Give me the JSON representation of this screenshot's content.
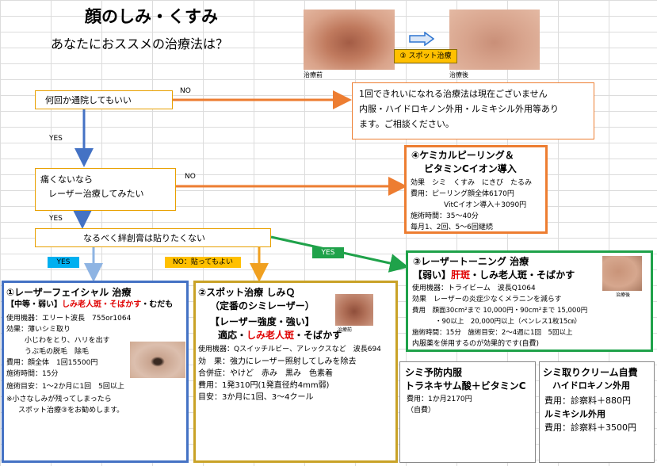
{
  "title": "顔のしみ・くすみ",
  "subtitle": "あなたにおススメの治療法は？",
  "photos": {
    "before_caption": "治療前",
    "after_caption": "治療後",
    "badge": "③ スポット治療"
  },
  "flow": {
    "q1": "何回か通院してもいい",
    "q2_line1": "痛くないなら",
    "q2_line2": "レーザー治療してみたい",
    "q3": "なるべく絆創膏は貼りたくない",
    "no": "NO",
    "yes": "YES",
    "yes_badge": "YES",
    "no_badge": "NO：貼ってもよい"
  },
  "no_result": {
    "line1": "1回できれいになれる治療法は現在ございません",
    "line2": "内服・ハイドロキノン外用・ルミキシル外用等あり",
    "line3": "ます。ご相談ください。"
  },
  "chemical": {
    "title1": "④ケミカルピーリング＆",
    "title2": "ビタミンCイオン導入",
    "l1": "効果　シミ　くすみ　にきび　たるみ",
    "l2": "費用：ピーリング顔全体6170円",
    "l3": "VitCイオン導入＋3090円",
    "l4": "施術時間：35～40分",
    "l5": "毎月1、2回、5～6回継続"
  },
  "toning": {
    "title": "③レーザートーニング 治療",
    "sub_pre": "【弱い】",
    "sub_red": "肝斑",
    "sub_post": "・しみ老人斑・そばかす",
    "l1": "使用機器：トライビーム　波長Q1064",
    "l2": "効果　レーザーの炎症少なくメラニンを減らす",
    "l3": "費用　顔面30cm²まで 10,000円・90cm²まで 15,000円",
    "l4": "・90以上　20,000円以上（ペンレス1枚15㎝）",
    "l5": "施術時間：15分　施術目安：2～4週に1回　5回以上",
    "l6": "内服薬を併用するのが効果的です(自費)",
    "photo_caption": "治療後"
  },
  "facial": {
    "title": "①レーザーフェイシャル 治療",
    "sub_pre": "【中等・弱い】",
    "sub_red": "しみ老人斑・そばかす",
    "sub_post": "・むだも",
    "l1": "使用機器：エリート波長　755or1064",
    "l2": "効果：薄いシミ取り",
    "l3": "小じわをとり、ハリを出す",
    "l4": "うぶ毛の脱毛　除毛",
    "l5": "費用：顔全体　1回15500円",
    "l6": "施術時間：15分",
    "l7": "施術目安：1～2か月に1回　5回以上",
    "l8": "※小さなしみが残ってしまったら",
    "l9": "スポット治療③をお勧めします。"
  },
  "spot": {
    "title": "②スポット治療 しみＱ",
    "sub": "（定番のシミレーザー）",
    "strength": "【レーザー強度・強い】",
    "indication_pre": "適応・",
    "indication_red": "しみ老人斑",
    "indication_post": "・そばかす",
    "l1": "使用機器：Qスイッチルビー、アレックスなど　波長694",
    "l2": "効　果：強力にレーザー照射してしみを除去",
    "l3": "合併症：やけど　赤み　黒み　色素着",
    "l4": "費用：1発310円(1発直径約4mm弱)",
    "l5": "目安：3か月に1回、3～4クール",
    "photo_caption": "治療前"
  },
  "oral": {
    "title": "シミ予防内服",
    "sub": "トラネキサム酸＋ビタミンC",
    "l1": "費用：1か月2170円",
    "l2": "（自費）"
  },
  "cream": {
    "title": "シミ取りクリーム自費",
    "sub": "ハイドロキノン外用",
    "l1": "費用：診察料＋880円",
    "l2": "ルミキシル外用",
    "l3": "費用：診察料＋3500円"
  },
  "colors": {
    "orange": "#ed7d31",
    "blue": "#4472c4",
    "green": "#1fa24a",
    "gold": "#c9a227",
    "red": "#e00000"
  }
}
